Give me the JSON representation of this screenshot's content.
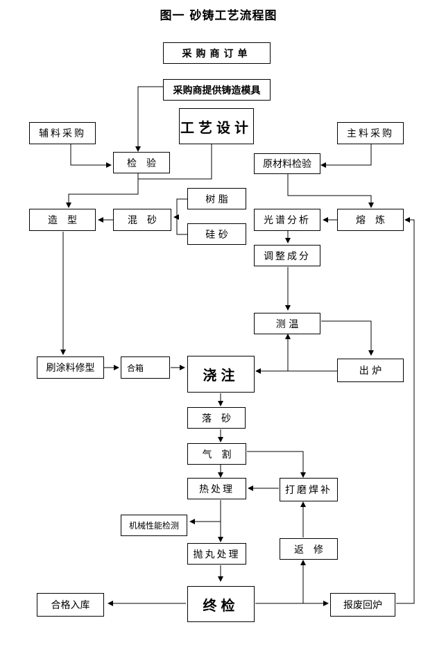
{
  "title": "图一  砂铸工艺流程图",
  "nodes": {
    "order": "采购商订单",
    "mold": "采购商提供铸造模具",
    "aux_purchase": "辅料采购",
    "process_design": "工艺设计",
    "main_purchase": "主料采购",
    "inspection": "检　验",
    "raw_inspection": "原材料检验",
    "resin": "树 脂",
    "silica": "硅 砂",
    "molding": "造　型",
    "sand_mixing": "混　砂",
    "spectral": "光谱分析",
    "melting": "熔　炼",
    "adjust": "调整成分",
    "temp": "测 温",
    "coating": "刷涂料修型",
    "closing": "合箱",
    "pouring": "浇注",
    "tapping": "出 炉",
    "shakeout": "落　砂",
    "cutting": "气　割",
    "heat_treat": "热处理",
    "grind_weld": "打磨焊补",
    "mech_test": "机械性能检测",
    "shot_blast": "抛丸处理",
    "rework": "返　修",
    "warehouse": "合格入库",
    "final_inspect": "终检",
    "scrap": "报废回炉"
  },
  "colors": {
    "line": "#000000",
    "box_border": "#000000",
    "background": "#ffffff"
  }
}
